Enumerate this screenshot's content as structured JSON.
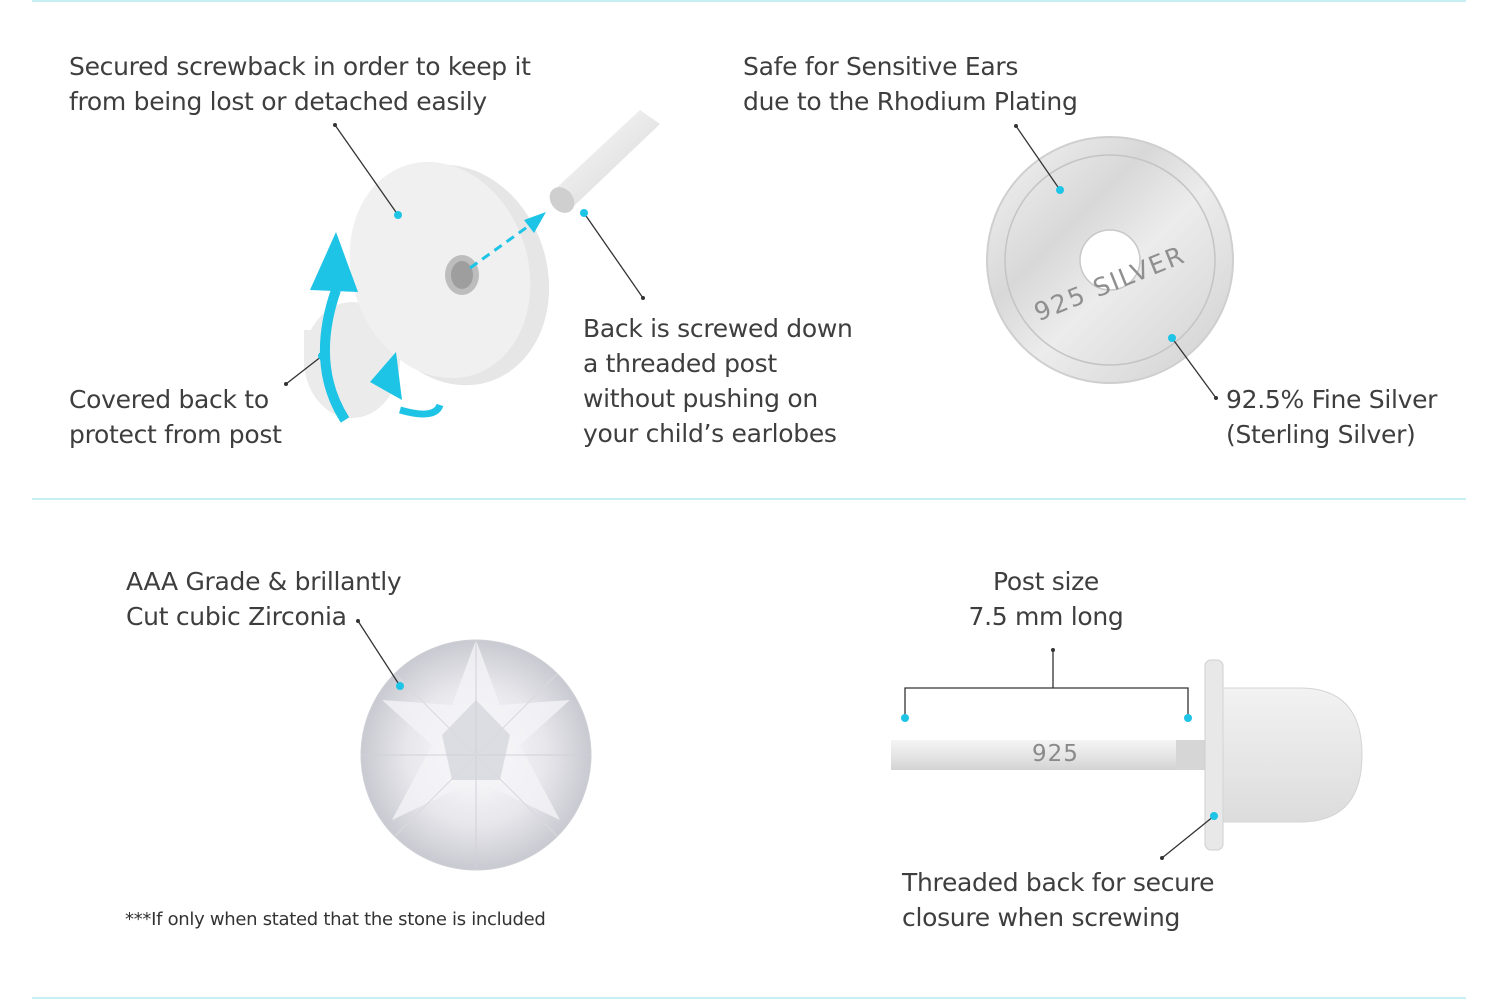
{
  "colors": {
    "accent": "#1ec4e6",
    "divider": "#c6eef3",
    "text": "#3e3e3e",
    "silver": "#e3e3e3"
  },
  "panel1": {
    "screwback_label": [
      "Secured screwback in order to keep it",
      "from being lost or detached easily"
    ],
    "covered_label": [
      "Covered back to",
      "protect from post"
    ],
    "screwed_label": [
      "Back is screwed down",
      "a threaded post",
      "without pushing on",
      "your child’s earlobes"
    ]
  },
  "panel2": {
    "safe_label": [
      "Safe for Sensitive Ears",
      "due to the Rhodium Plating"
    ],
    "stamp_text": "925 SILVER",
    "fine_label": [
      "92.5% Fine Silver",
      "(Sterling Silver)"
    ]
  },
  "panel3": {
    "grade_label": [
      "AAA Grade & brillantly",
      "Cut cubic Zirconia"
    ],
    "footnote": "***If only when stated that the stone is included"
  },
  "panel4": {
    "post_label": [
      "Post size",
      "7.5 mm long"
    ],
    "post_stamp": "925",
    "thread_label": [
      "Threaded back for secure",
      "closure when screwing"
    ]
  }
}
